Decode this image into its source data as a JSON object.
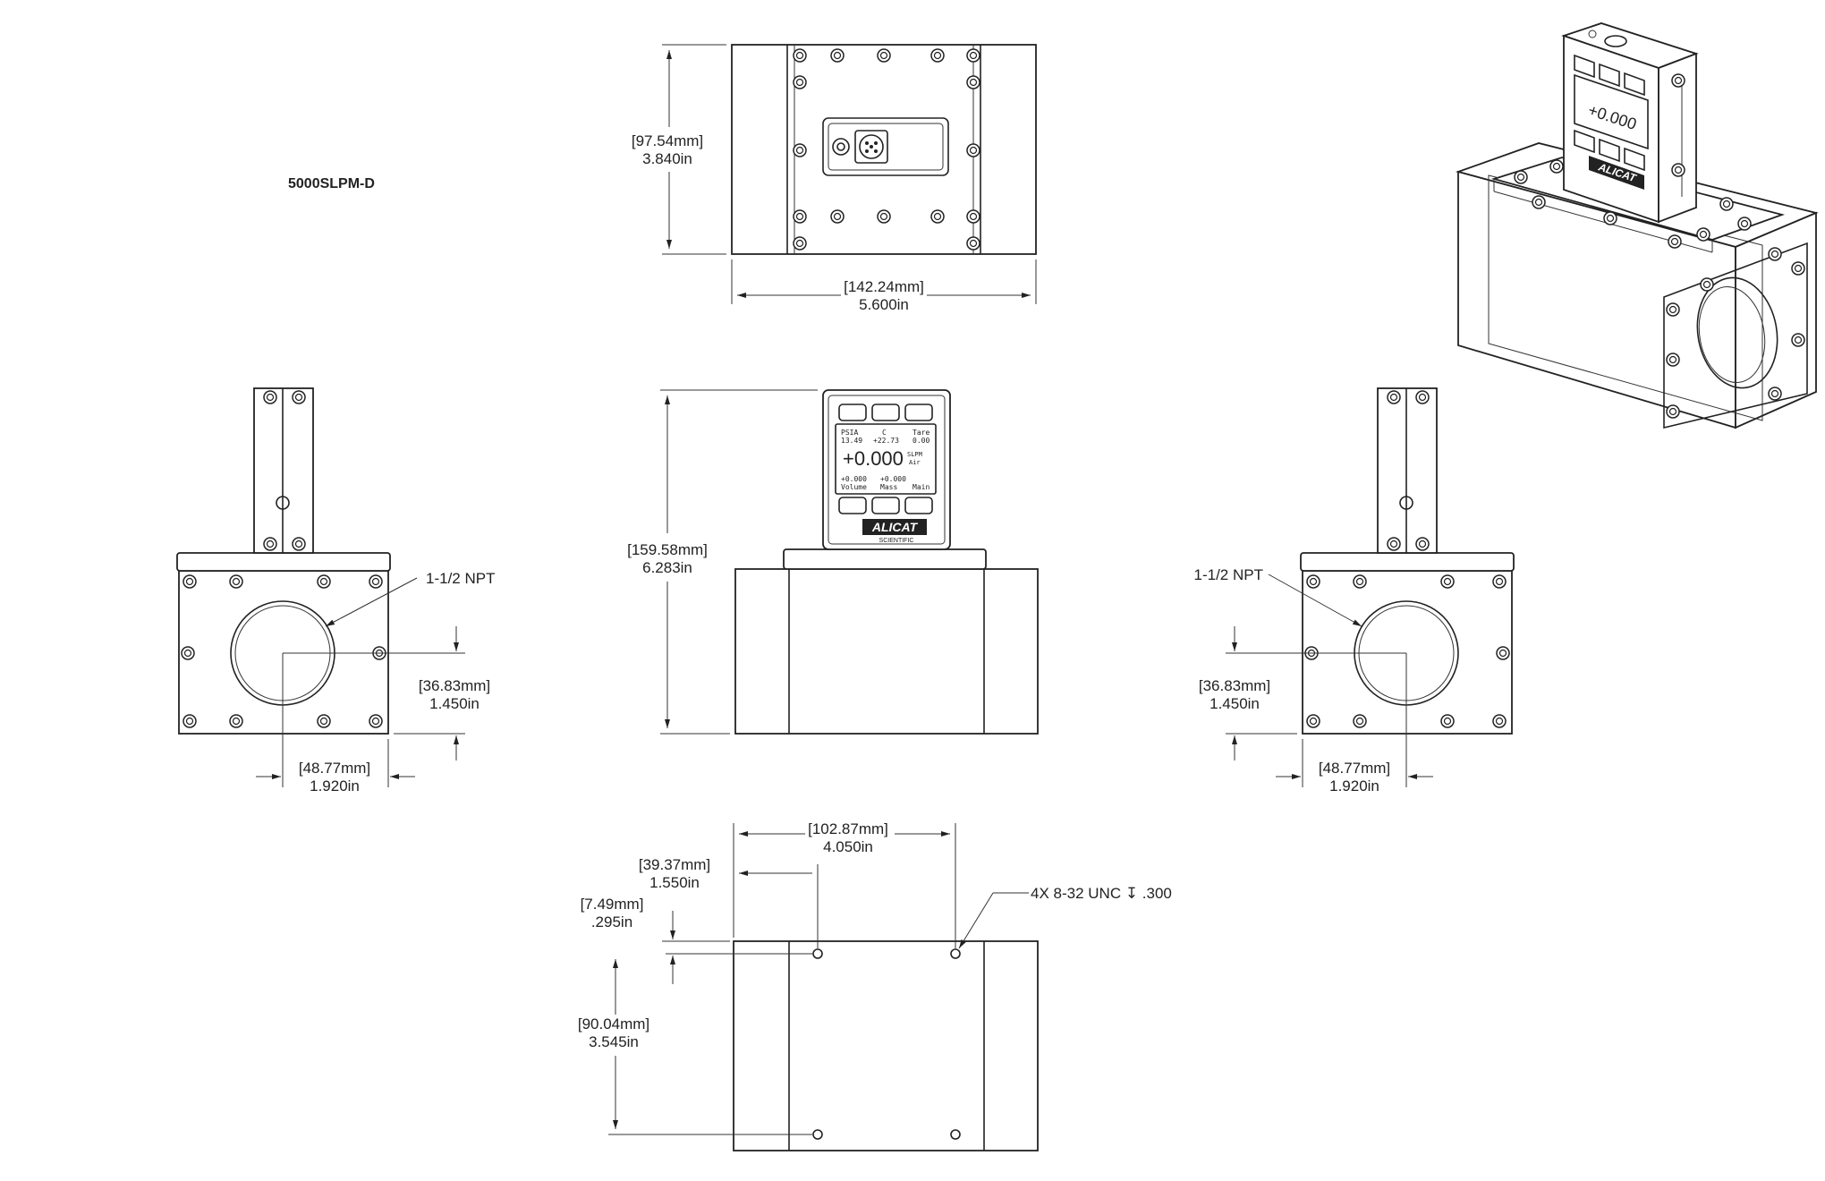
{
  "title": "5000SLPM-D",
  "top_view": {
    "width_mm": "[142.24mm]",
    "width_in": "5.600in",
    "height_mm": "[97.54mm]",
    "height_in": "3.840in"
  },
  "front_view": {
    "height_mm": "[159.58mm]",
    "height_in": "6.283in",
    "display": {
      "labels_top": [
        "PSIA",
        "C",
        "Tare"
      ],
      "values_top": [
        "13.49",
        "+22.73",
        "0.00"
      ],
      "main_value": "+0.000",
      "unit_1": "SLPM",
      "unit_2": "Air",
      "values_bottom": [
        "+0.000",
        "+0.000",
        ""
      ],
      "labels_bottom": [
        "Volume",
        "Mass",
        "Main"
      ]
    },
    "brand": "ALICAT",
    "brand_sub": "SCIENTIFIC"
  },
  "left_view": {
    "port_label": "1-1/2 NPT",
    "center_height_mm": "[36.83mm]",
    "center_height_in": "1.450in",
    "center_offset_mm": "[48.77mm]",
    "center_offset_in": "1.920in"
  },
  "right_view": {
    "port_label": "1-1/2 NPT",
    "center_height_mm": "[36.83mm]",
    "center_height_in": "1.450in",
    "center_offset_mm": "[48.77mm]",
    "center_offset_in": "1.920in"
  },
  "bottom_view": {
    "hole_span_mm": "[102.87mm]",
    "hole_span_in": "4.050in",
    "hole_offset_mm": "[39.37mm]",
    "hole_offset_in": "1.550in",
    "edge_offset_mm": "[7.49mm]",
    "edge_offset_in": ".295in",
    "hole_pitch_mm": "[90.04mm]",
    "hole_pitch_in": "3.545in",
    "hole_callout": "4X 8-32 UNC ↧ .300"
  }
}
